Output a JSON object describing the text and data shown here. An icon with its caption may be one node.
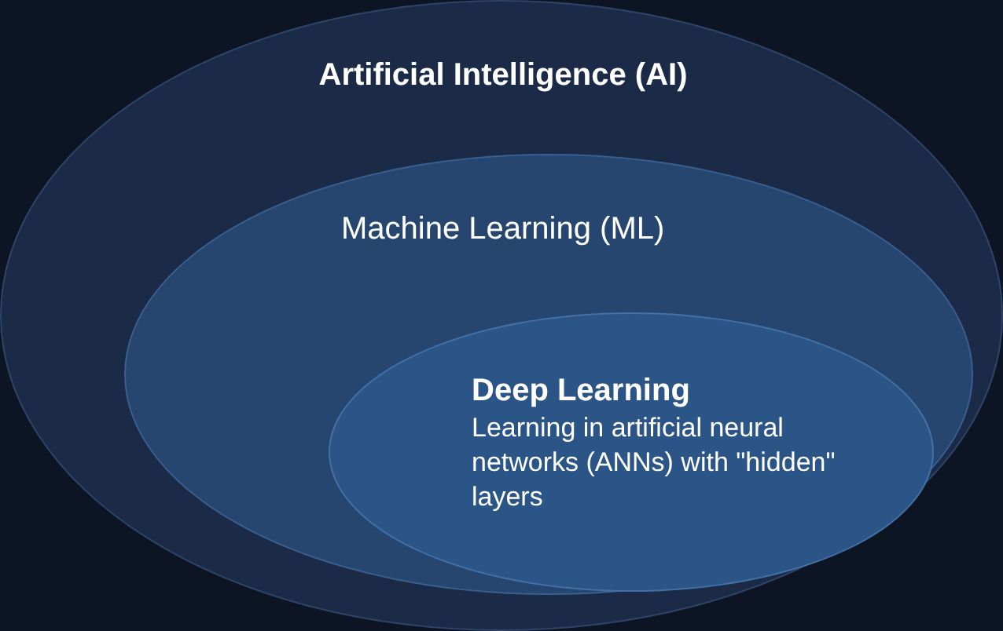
{
  "diagram": {
    "nodes": [
      {
        "text": [
          "Artificial Intelligence (AI)"
        ]
      },
      {
        "text": [
          "Machine Learning (ML)"
        ],
        "in": 0
      },
      {
        "text": [
          "Deep Learning",
          "Learning in artificial neural networks (ANNs) with \"hidden\" layers"
        ],
        "in": 1
      }
    ]
  }
}
